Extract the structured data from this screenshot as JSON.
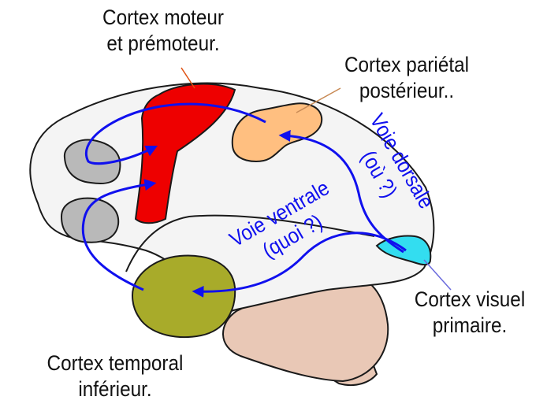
{
  "labels": {
    "motor_cortex": {
      "line1": "Cortex moteur",
      "line2": "et prémoteur."
    },
    "parietal_cortex": {
      "line1": "Cortex pariétal",
      "line2": "postérieur.."
    },
    "visual_cortex": {
      "line1": "Cortex visuel",
      "line2": "primaire."
    },
    "temporal_cortex": {
      "line1": "Cortex temporal",
      "line2": "inférieur."
    }
  },
  "pathways": {
    "dorsal": {
      "line1": "Voie dorsale",
      "line2": "(où ?)"
    },
    "ventral": {
      "line1": "Voie ventrale",
      "line2": "(quoi ?)"
    }
  },
  "colors": {
    "brain_fill": "#f4f4f4",
    "outline": "#1a1a1a",
    "motor_region": "#ee0000",
    "parietal_region": "#ffbf80",
    "visual_region": "#33ddf0",
    "temporal_region": "#a8ab2a",
    "prefrontal_regions": "#b9b9b9",
    "cerebellum": "#e9c8b6",
    "pathway_arrows": "#1010ee",
    "leader_parietal": "#c88a55",
    "leader_motor": "#e05010",
    "leader_visual": "#6a6add"
  }
}
